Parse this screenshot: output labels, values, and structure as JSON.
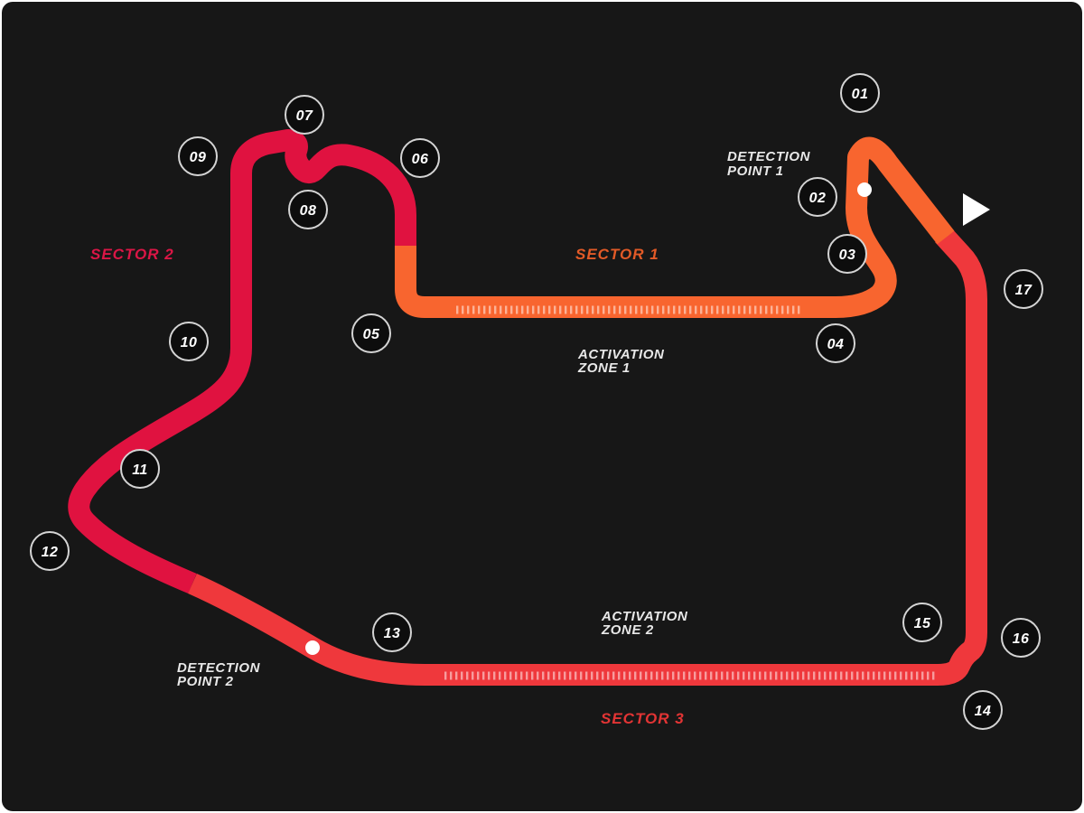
{
  "map": {
    "turns": [
      "01",
      "02",
      "03",
      "04",
      "05",
      "06",
      "07",
      "08",
      "09",
      "10",
      "11",
      "12",
      "13",
      "14",
      "15",
      "16",
      "17"
    ],
    "sectors": [
      {
        "label": "SECTOR 1",
        "color": "#F8652F",
        "label_color": "#E25A27"
      },
      {
        "label": "SECTOR 2",
        "color": "#E01240",
        "label_color": "#DB1646"
      },
      {
        "label": "SECTOR 3",
        "color": "#EF383C",
        "label_color": "#E23434"
      }
    ],
    "labels": {
      "detection_point_1": [
        "DETECTION",
        "POINT 1"
      ],
      "detection_point_2": [
        "DETECTION",
        "POINT 2"
      ],
      "activation_zone_1": [
        "ACTIVATION",
        "ZONE 1"
      ],
      "activation_zone_2": [
        "ACTIVATION",
        "ZONE 2"
      ]
    },
    "colors": {
      "background": "#171717",
      "drs_ticks": "#FFFFFF",
      "detection_marker": "#FFFFFF",
      "direction_arrow": "#FFFFFF"
    }
  }
}
